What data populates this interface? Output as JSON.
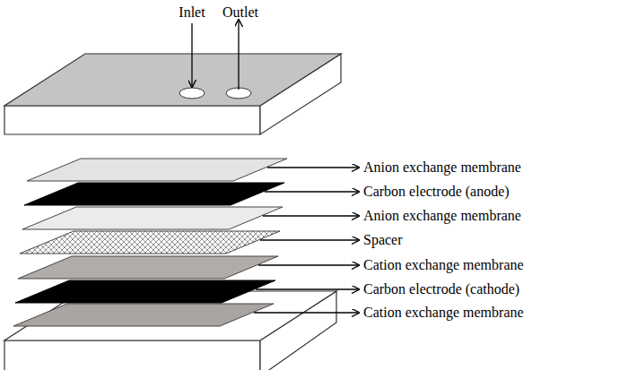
{
  "diagram": {
    "labels": [
      "Inlet",
      "Outlet",
      "Anion exchange membrane",
      "Carbon electrode (anode)",
      "Anion exchange membrane",
      "Spacer",
      "Cation exchange membrane",
      "Carbon electrode (cathode)",
      "Cation exchange membrane"
    ]
  }
}
